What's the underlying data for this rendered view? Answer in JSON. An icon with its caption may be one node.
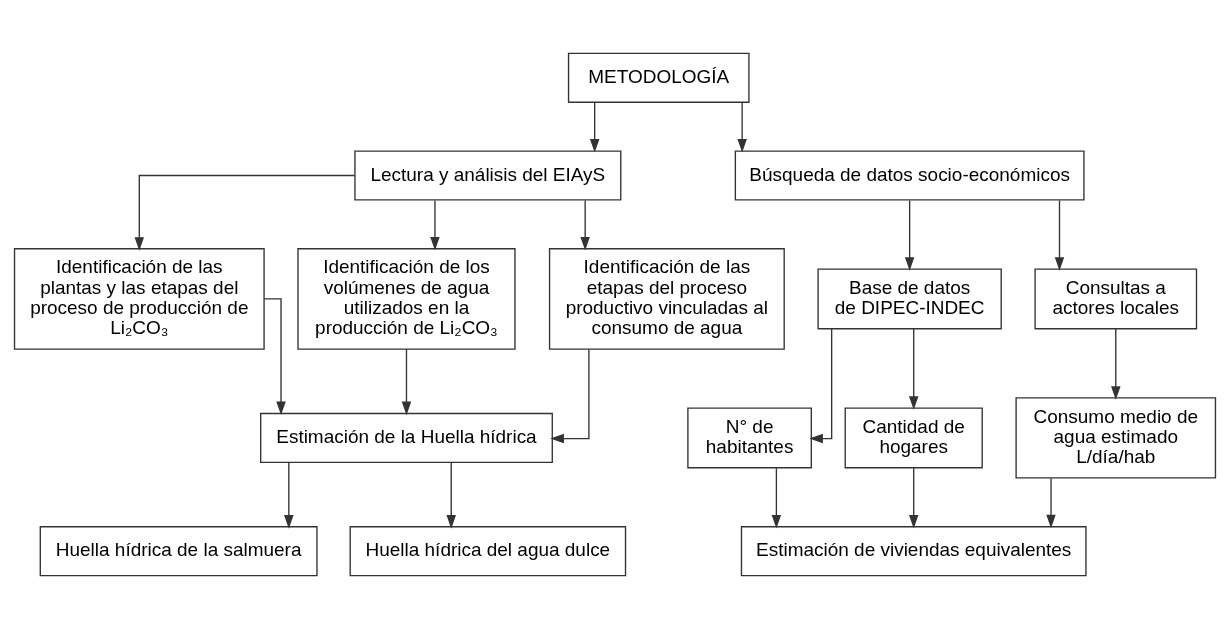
{
  "diagram": {
    "nodes": [
      {
        "text": [
          "METODOLOGÍA"
        ]
      },
      {
        "text": [
          "Lectura y análisis del EIAyS"
        ]
      },
      {
        "text": [
          "Búsqueda de datos socio-económicos"
        ]
      },
      {
        "text": [
          "Identificación de las plantas y las etapas del proceso de producción de Li₂CO₃"
        ]
      },
      {
        "text": [
          "Identificación de los volúmenes de agua utilizados en la producción de Li₂CO₃"
        ]
      },
      {
        "text": [
          "Identificación de las etapas del proceso productivo vinculadas al consumo de agua"
        ]
      },
      {
        "text": [
          "Base de datos de DIPEC-INDEC"
        ]
      },
      {
        "text": [
          "Consultas a actores locales"
        ]
      },
      {
        "text": [
          "Estimación de la Huella hídrica"
        ]
      },
      {
        "text": [
          "N° de habitantes"
        ]
      },
      {
        "text": [
          "Cantidad de hogares"
        ]
      },
      {
        "text": [
          "Consumo medio de agua estimado L/día/hab"
        ]
      },
      {
        "text": [
          "Huella hídrica de la salmuera"
        ]
      },
      {
        "text": [
          "Huella hídrica del agua dulce"
        ]
      },
      {
        "text": [
          "Estimación de viviendas equivalentes"
        ]
      }
    ],
    "edges": [
      {
        "from": 0,
        "to": 1,
        "arrow": "to"
      },
      {
        "from": 0,
        "to": 2,
        "arrow": "to"
      },
      {
        "from": 1,
        "to": 3,
        "arrow": "to"
      },
      {
        "from": 1,
        "to": 4,
        "arrow": "to"
      },
      {
        "from": 1,
        "to": 5,
        "arrow": "to"
      },
      {
        "from": 2,
        "to": 6,
        "arrow": "to"
      },
      {
        "from": 2,
        "to": 7,
        "arrow": "to"
      },
      {
        "from": 3,
        "to": 8,
        "arrow": "to"
      },
      {
        "from": 4,
        "to": 8,
        "arrow": "to"
      },
      {
        "from": 5,
        "to": 8,
        "arrow": "to"
      },
      {
        "from": 6,
        "to": 9,
        "arrow": "to"
      },
      {
        "from": 6,
        "to": 10,
        "arrow": "to"
      },
      {
        "from": 7,
        "to": 11,
        "arrow": "to"
      },
      {
        "from": 8,
        "to": 12,
        "arrow": "to"
      },
      {
        "from": 8,
        "to": 13,
        "arrow": "to"
      },
      {
        "from": 9,
        "to": 14,
        "arrow": "to"
      },
      {
        "from": 10,
        "to": 14,
        "arrow": "to"
      },
      {
        "from": 11,
        "to": 14,
        "arrow": "to"
      }
    ]
  }
}
